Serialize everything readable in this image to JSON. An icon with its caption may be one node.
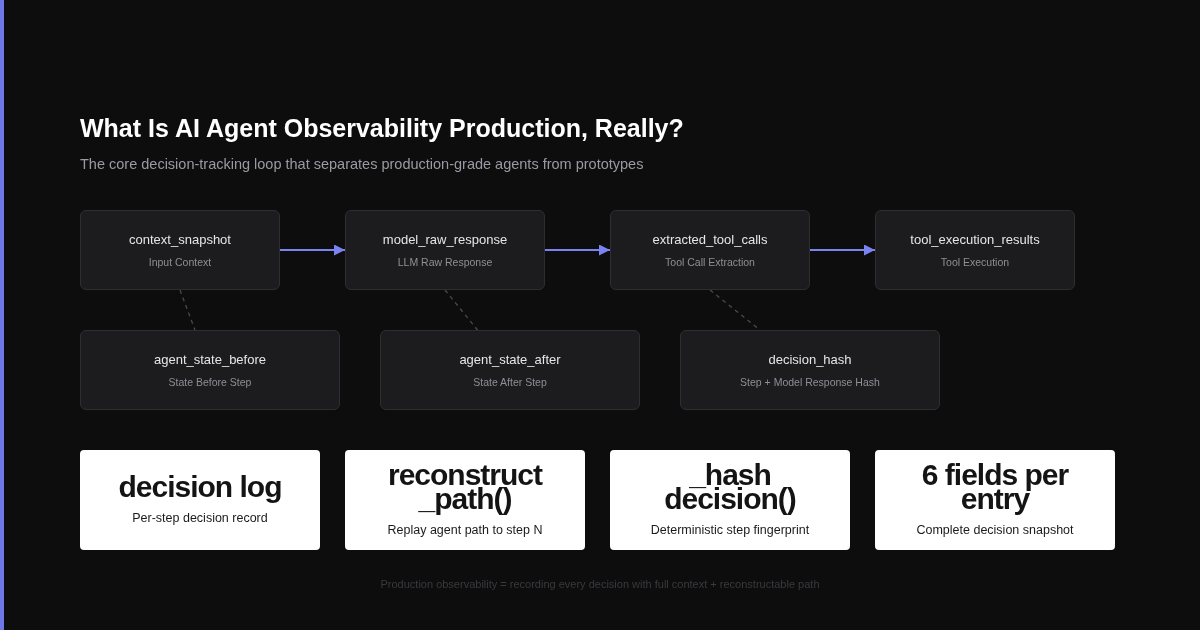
{
  "diagram": {
    "title": "What Is AI Agent Observability Production, Really?",
    "caption": "The core decision-tracking loop that separates production-grade agents from prototypes",
    "nodes": [
      {
        "text": [
          "context_snapshot",
          "Input Context"
        ]
      },
      {
        "text": [
          "model_raw_response",
          "LLM Raw Response"
        ]
      },
      {
        "text": [
          "extracted_tool_calls",
          "Tool Call Extraction"
        ]
      },
      {
        "text": [
          "tool_execution_results",
          "Tool Execution"
        ]
      },
      {
        "text": [
          "agent_state_before",
          "State Before Step"
        ]
      },
      {
        "text": [
          "agent_state_after",
          "State After Step"
        ]
      },
      {
        "text": [
          "decision_hash",
          "Step + Model Response Hash"
        ]
      },
      {
        "text": [
          "decision log",
          "Per-step decision record"
        ]
      },
      {
        "text": [
          "reconstruct _path()",
          "Replay agent path to step N"
        ]
      },
      {
        "text": [
          "_hash decision()",
          "Deterministic step fingerprint"
        ]
      },
      {
        "text": [
          "6 fields per entry",
          "Complete decision snapshot"
        ]
      }
    ],
    "edges": [
      {
        "from": 0,
        "to": 1,
        "arrow": "to"
      },
      {
        "from": 1,
        "to": 2,
        "arrow": "to"
      },
      {
        "from": 2,
        "to": 3,
        "arrow": "to"
      },
      {
        "from": 0,
        "to": 4,
        "arrow": "none",
        "style": "dashed",
        "color": "#4a4a4e"
      },
      {
        "from": 1,
        "to": 5,
        "arrow": "none",
        "style": "dashed",
        "color": "#4a4a4e"
      },
      {
        "from": 2,
        "to": 6,
        "arrow": "none",
        "style": "dashed",
        "color": "#4a4a4e"
      }
    ],
    "labels": [
      "Production observability = recording every decision with full context + reconstructable path"
    ]
  }
}
